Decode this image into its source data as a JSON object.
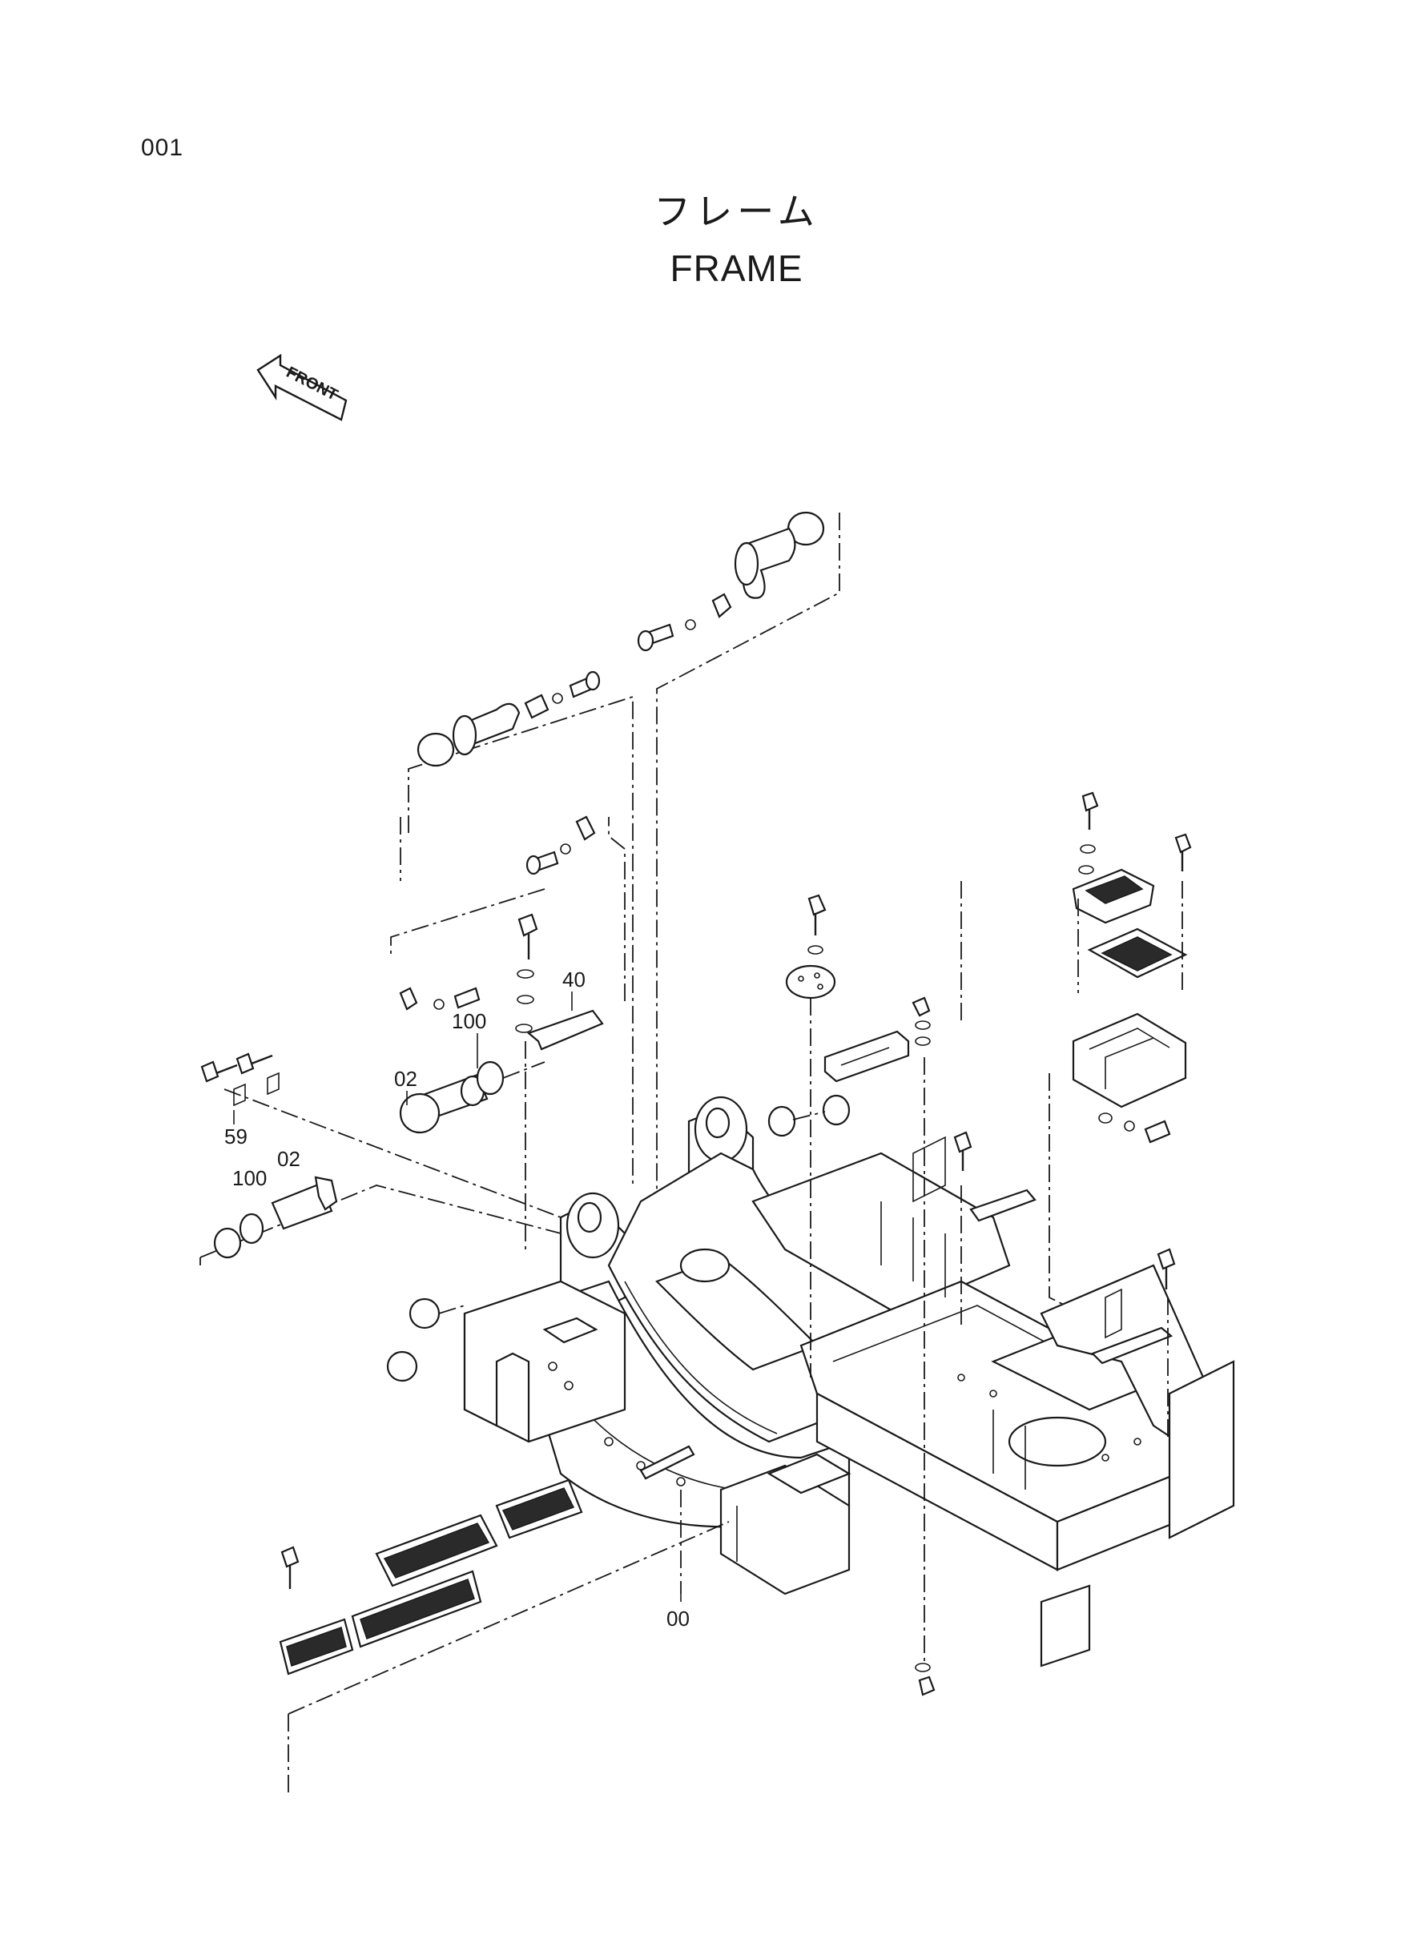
{
  "page_number": "001",
  "title": {
    "japanese": "フレーム",
    "english": "FRAME"
  },
  "front_arrow_label": "FRONT",
  "callouts": [
    {
      "id": "callout-40",
      "label": "40"
    },
    {
      "id": "callout-100-upper",
      "label": "100"
    },
    {
      "id": "callout-02-upper",
      "label": "02"
    },
    {
      "id": "callout-59",
      "label": "59"
    },
    {
      "id": "callout-100-lower",
      "label": "100"
    },
    {
      "id": "callout-02-lower",
      "label": "02"
    },
    {
      "id": "callout-00",
      "label": "00"
    }
  ]
}
